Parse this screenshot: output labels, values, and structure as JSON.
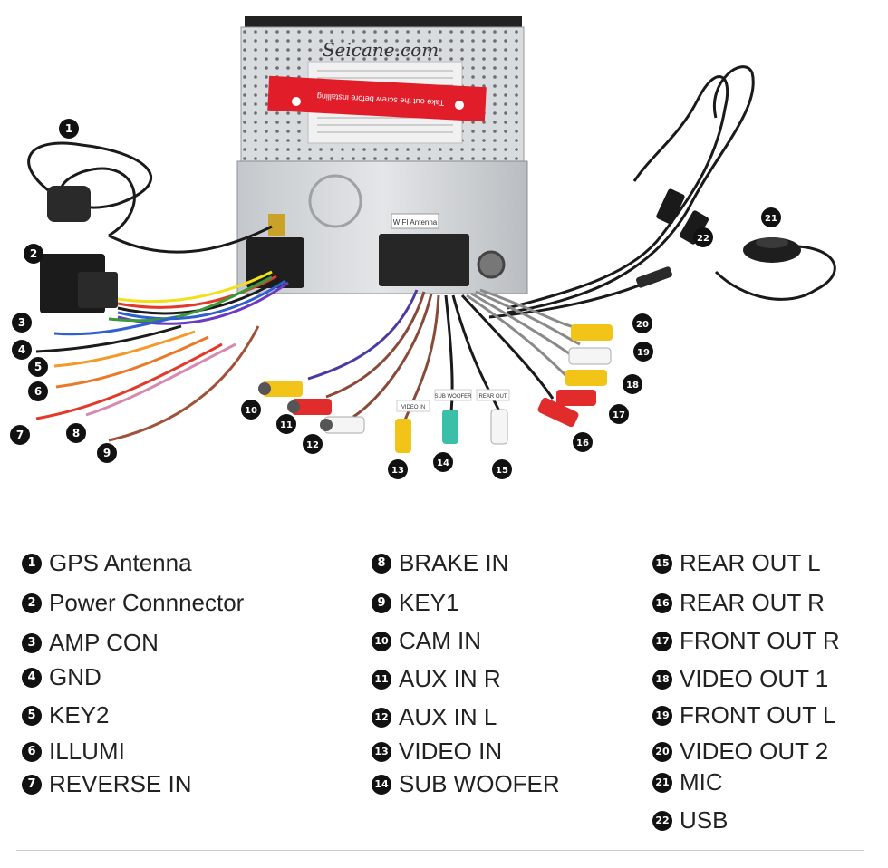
{
  "brand": "Seicane.com",
  "warning_label": "Take out the screw before installing",
  "wifi_label": "WIFI Antenna",
  "sub_woofer_tag": "SUB WOOFER",
  "rear_out_tag": "REAR OUT",
  "video_in_tag": "VIDEO IN",
  "legend": [
    {
      "num": "1",
      "label": "GPS Antenna"
    },
    {
      "num": "2",
      "label": "Power Connnector"
    },
    {
      "num": "3",
      "label": "AMP CON"
    },
    {
      "num": "4",
      "label": "GND"
    },
    {
      "num": "5",
      "label": "KEY2"
    },
    {
      "num": "6",
      "label": "ILLUMI"
    },
    {
      "num": "7",
      "label": "REVERSE IN"
    },
    {
      "num": "8",
      "label": "BRAKE IN"
    },
    {
      "num": "9",
      "label": "KEY1"
    },
    {
      "num": "10",
      "label": "CAM IN"
    },
    {
      "num": "11",
      "label": "AUX IN R"
    },
    {
      "num": "12",
      "label": "AUX IN L"
    },
    {
      "num": "13",
      "label": "VIDEO IN"
    },
    {
      "num": "14",
      "label": "SUB WOOFER"
    },
    {
      "num": "15",
      "label": "REAR OUT L"
    },
    {
      "num": "16",
      "label": "REAR OUT R"
    },
    {
      "num": "17",
      "label": "FRONT OUT R"
    },
    {
      "num": "18",
      "label": "VIDEO OUT 1"
    },
    {
      "num": "19",
      "label": "FRONT OUT L"
    },
    {
      "num": "20",
      "label": "VIDEO OUT 2"
    },
    {
      "num": "21",
      "label": "MIC"
    },
    {
      "num": "22",
      "label": "USB"
    }
  ],
  "callouts": [
    "1",
    "2",
    "3",
    "4",
    "5",
    "6",
    "7",
    "8",
    "9",
    "10",
    "11",
    "12",
    "13",
    "14",
    "15",
    "16",
    "17",
    "18",
    "19",
    "20",
    "21",
    "22"
  ]
}
